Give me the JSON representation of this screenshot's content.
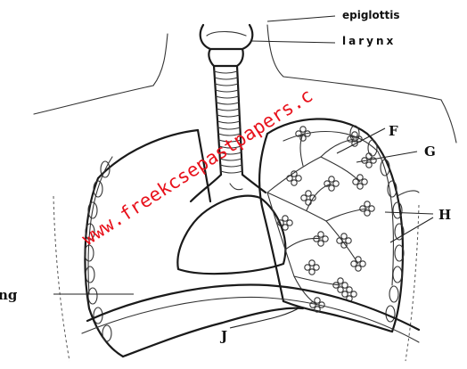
{
  "labels": {
    "epiglottis": "epiglottis",
    "larynx": "larynx",
    "F": "F",
    "G": "G",
    "H": "H",
    "lung_partial": "ng",
    "J": "J"
  },
  "watermark": {
    "text": "www.freekcsepastpapers.c",
    "color": "#e8111b"
  }
}
